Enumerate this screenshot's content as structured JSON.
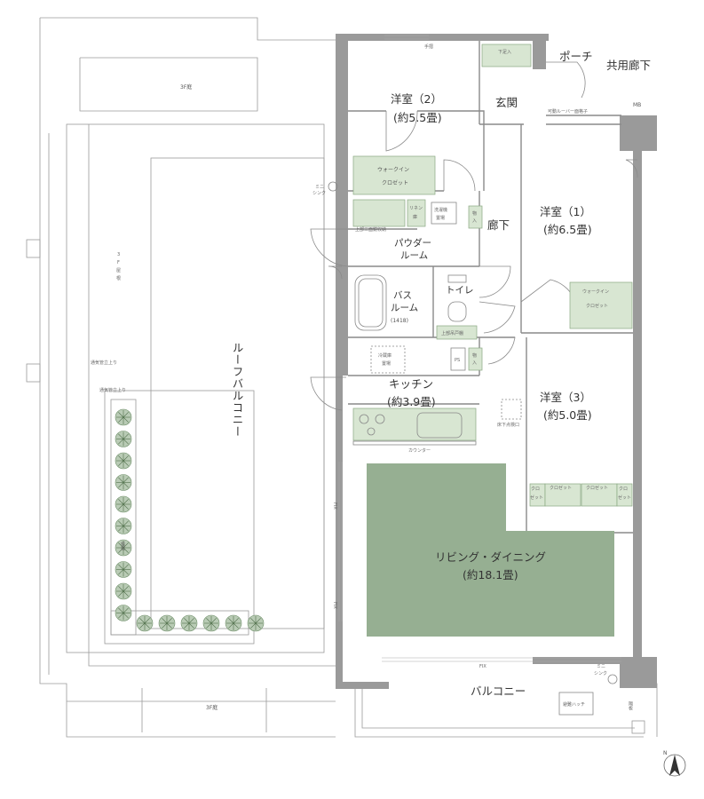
{
  "rooms": {
    "bedroom2": {
      "name": "洋室（2）",
      "size": "(約5.5畳)"
    },
    "bedroom1": {
      "name": "洋室（1）",
      "size": "(約6.5畳)"
    },
    "bedroom3": {
      "name": "洋室（3）",
      "size": "(約5.0畳)"
    },
    "kitchen": {
      "name": "キッチン",
      "size": "(約3.9畳)"
    },
    "living": {
      "name": "リビング・ダイニング",
      "size": "(約18.1畳)"
    },
    "entrance": "玄関",
    "porch": "ポーチ",
    "common_corridor": "共用廊下",
    "hallway": "廊下",
    "powder_room_1": "パウダー",
    "powder_room_2": "ルーム",
    "bath_1": "バス",
    "bath_2": "ルーム",
    "bath_size": "(1418)",
    "toilet": "トイレ",
    "roof_balcony": "ルーフバルコニー",
    "balcony": "バルコニー"
  },
  "small_labels": {
    "handrail": "手摺",
    "shoe_storage": "下足入",
    "vent_louver": "可動ルーバー面格子",
    "mb": "MB",
    "walkin_1": "ウォークイン",
    "walkin_2": "クロゼット",
    "walkin_b1_1": "ウォークイン",
    "walkin_b1_2": "クロゼット",
    "mini_sink_1": "ミニ",
    "mini_sink_2": "シンク",
    "mini_sink_b_1": "ミニ",
    "mini_sink_b_2": "シンク",
    "linen_1": "リネン",
    "linen_2": "庫",
    "washer_1": "洗濯機",
    "washer_2": "置場",
    "storage_1": "物",
    "storage_2": "入",
    "storage_b_1": "物",
    "storage_b_2": "入",
    "upper_cabinet": "上部三面鏡収納",
    "upper_shelf": "上部吊戸棚",
    "ps": "PS",
    "fridge_1": "冷蔵庫",
    "fridge_2": "置場",
    "underfloor": "床下点検口",
    "counter": "カウンター",
    "closet": "クロゼット",
    "closet_small_1": "クロ",
    "closet_small_2": "ゼット",
    "fix": "FIX",
    "garden_3f_top": "3F庭",
    "garden_3f_bottom": "3F庭",
    "roof_3f_1": "3",
    "roof_3f_2": "F",
    "roof_3f_3": "屋",
    "roof_3f_4": "根",
    "vent_pipe_1": "通気管立上り",
    "vent_pipe_2": "通気管立上り",
    "planting": "植栽",
    "evac_hatch": "避難ハッチ",
    "partition": "隔板"
  },
  "compass": "N",
  "colors": {
    "wall": "#9a9a9a",
    "line": "#888888",
    "ldk_fill": "#96af92",
    "storage_fill": "#d8e6d2",
    "storage_stroke": "#8aa882"
  }
}
